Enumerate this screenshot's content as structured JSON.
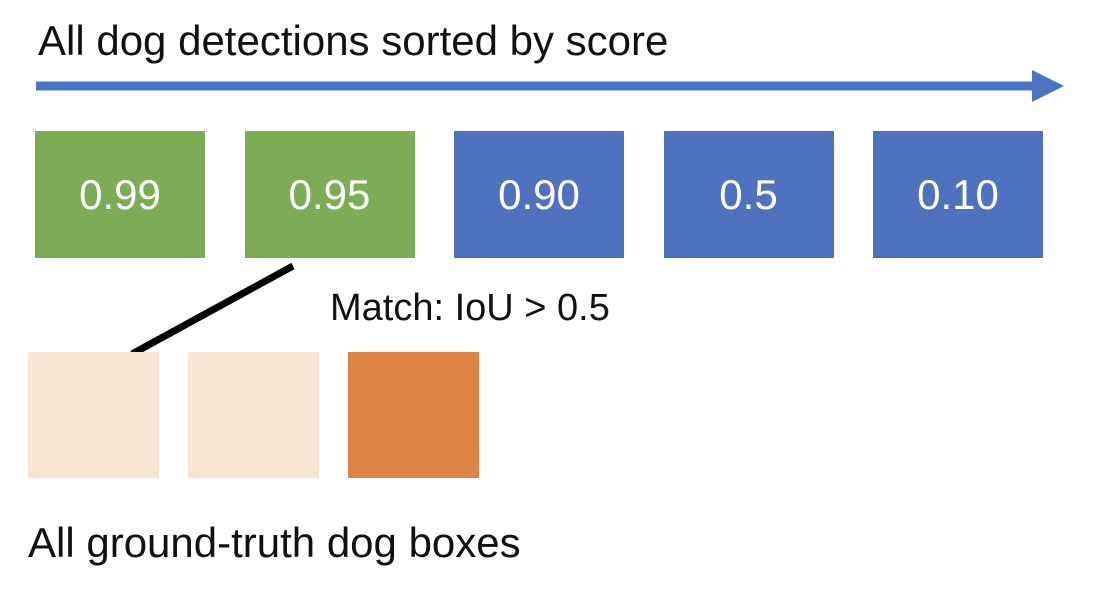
{
  "title": "All dog detections sorted by score",
  "match_label": "Match: IoU > 0.5",
  "footer_label": "All ground-truth dog boxes",
  "detections": [
    {
      "score": "0.99",
      "color": "green"
    },
    {
      "score": "0.95",
      "color": "green"
    },
    {
      "score": "0.90",
      "color": "blue"
    },
    {
      "score": "0.5",
      "color": "blue"
    },
    {
      "score": "0.10",
      "color": "blue"
    }
  ],
  "ground_truth": [
    {
      "color": "peach"
    },
    {
      "color": "peach"
    },
    {
      "color": "orange"
    }
  ],
  "colors": {
    "green": "#7CAC55",
    "blue": "#4E72BE",
    "arrow": "#4C74C4",
    "peach": "#F8E4D3",
    "orange": "#DF8344",
    "line": "#000000",
    "text": "#111111"
  }
}
